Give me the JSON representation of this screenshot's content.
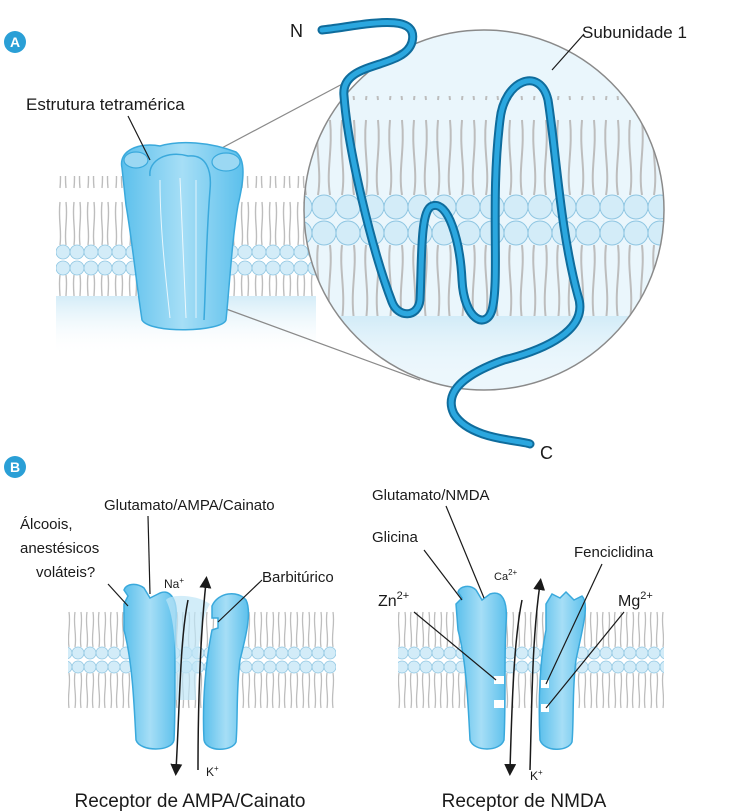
{
  "panel_a": {
    "badge": "A",
    "structure_label": "Estrutura tetramérica",
    "subunit_label": "Subunidade 1",
    "n_terminus": "N",
    "c_terminus": "C"
  },
  "panel_b": {
    "badge": "B",
    "ampa": {
      "alcohol_label_lines": [
        "Álcoois,",
        "anestésicos",
        "voláteis?"
      ],
      "agonist_label": "Glutamato/AMPA/Cainato",
      "barbiturate_label": "Barbitúrico",
      "ion_in": "Na",
      "ion_in_sup": "+",
      "ion_out": "K",
      "ion_out_sup": "+",
      "caption": "Receptor de AMPA/Cainato"
    },
    "nmda": {
      "agonist_label": "Glutamato/NMDA",
      "glycine_label": "Glicina",
      "pcp_label": "Fenciclidina",
      "zn_label": "Zn",
      "zn_sup": "2+",
      "mg_label": "Mg",
      "mg_sup": "2+",
      "ion_in": "Ca",
      "ion_in_sup": "2+",
      "ion_out": "K",
      "ion_out_sup": "+",
      "caption": "Receptor de NMDA"
    }
  },
  "colors": {
    "badge": "#2a9fd6",
    "channel": "#7fd0f2",
    "channel_dark": "#3aa9dc",
    "strand": "#1e8fc7",
    "head": "#d6eef9",
    "tail": "#c9c9c9"
  }
}
